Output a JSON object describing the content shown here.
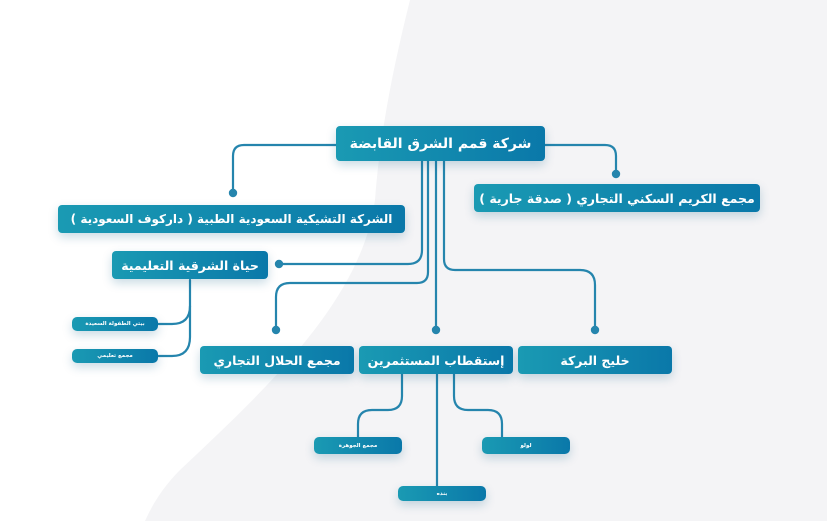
{
  "colors": {
    "accent": "#0a78a9",
    "accent_light": "#1a9ab3",
    "connector": "#2585ad",
    "blob": "#f4f4f6"
  },
  "root": {
    "label": "شركة قمم الشرق القابضة"
  },
  "nodes": {
    "karim": "مجمع الكريم السكني التجاري  ( صدقة جارية )",
    "darkoff": "الشركة التشيكية السعودية الطبية ( داركوف السعودية )",
    "hayat": "حياة الشرقية التعليمية",
    "hayat_child_1": "بيتي الطفولة السعيدة",
    "hayat_child_2": "مجمع تعليمي",
    "halal": "مجمع الحلال التجاري",
    "investors": "إستقطاب المستثمرين",
    "baraka": "خليج البركة",
    "jawhara": "مجمع الجوهرة",
    "lulu": "لولو",
    "binda": "بنده"
  }
}
